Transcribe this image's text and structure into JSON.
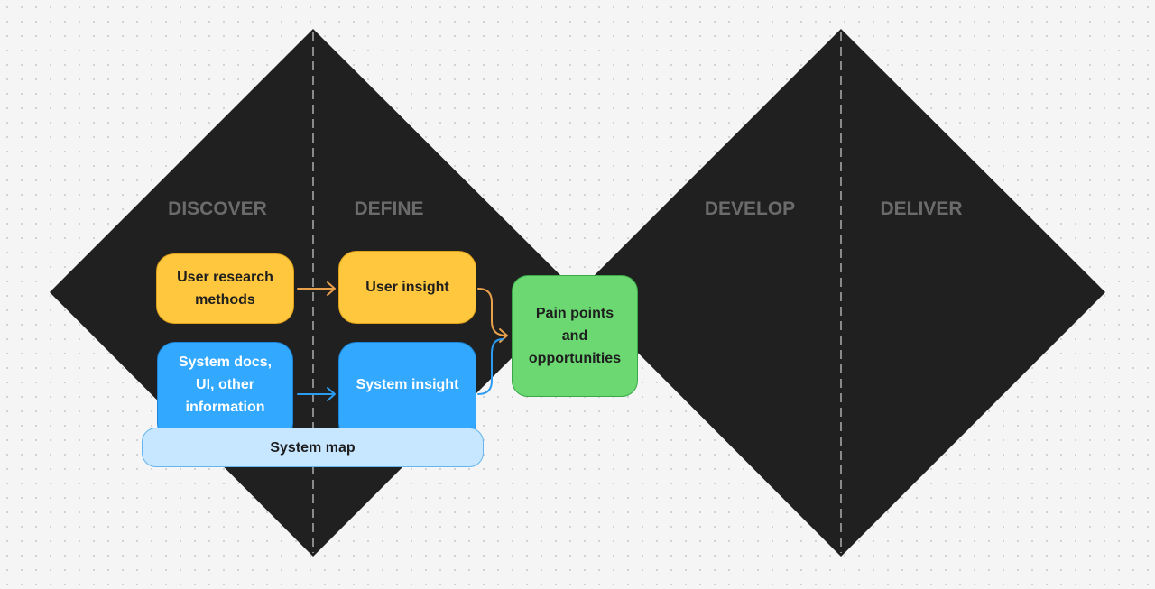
{
  "phases": {
    "discover": "DISCOVER",
    "define": "DEFINE",
    "develop": "DEVELOP",
    "deliver": "DELIVER"
  },
  "boxes": {
    "user_research_methods": "User research methods",
    "user_insight": "User insight",
    "system_docs": "System docs, UI, other information",
    "system_insight": "System insight",
    "system_map": "System map",
    "pain_points": "Pain points and opportunities"
  },
  "colors": {
    "diamond": "#202020",
    "divider": "#8a8a8a",
    "phase_label": "#6b6b6b",
    "user_flow": "#ffc73d",
    "system_flow": "#33a8ff",
    "outcome": "#6bd872",
    "system_map": "#c7e6ff",
    "user_arrow": "#e8a04a",
    "system_arrow": "#2b9cf2"
  }
}
